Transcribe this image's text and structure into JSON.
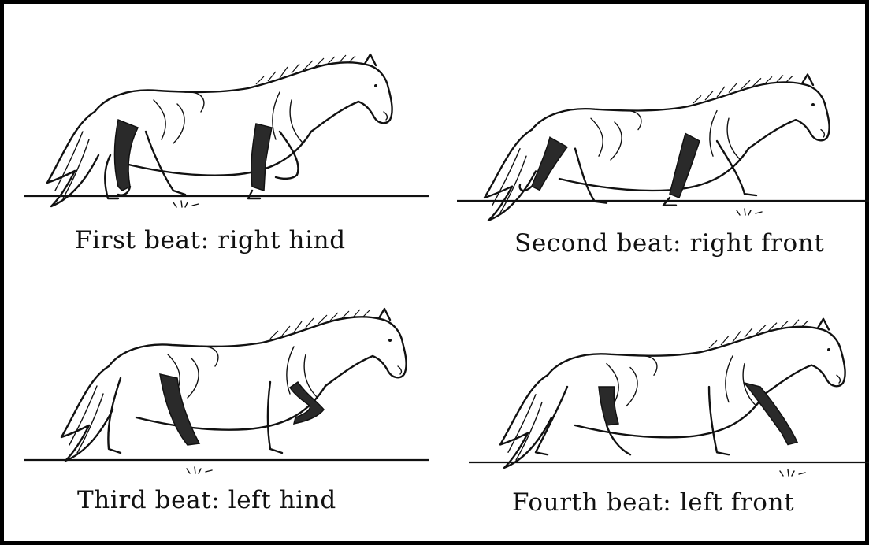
{
  "panels": [
    {
      "caption": "First beat: right hind"
    },
    {
      "caption": "Second beat: right front"
    },
    {
      "caption": "Third beat: left hind"
    },
    {
      "caption": "Fourth beat: left front"
    }
  ]
}
